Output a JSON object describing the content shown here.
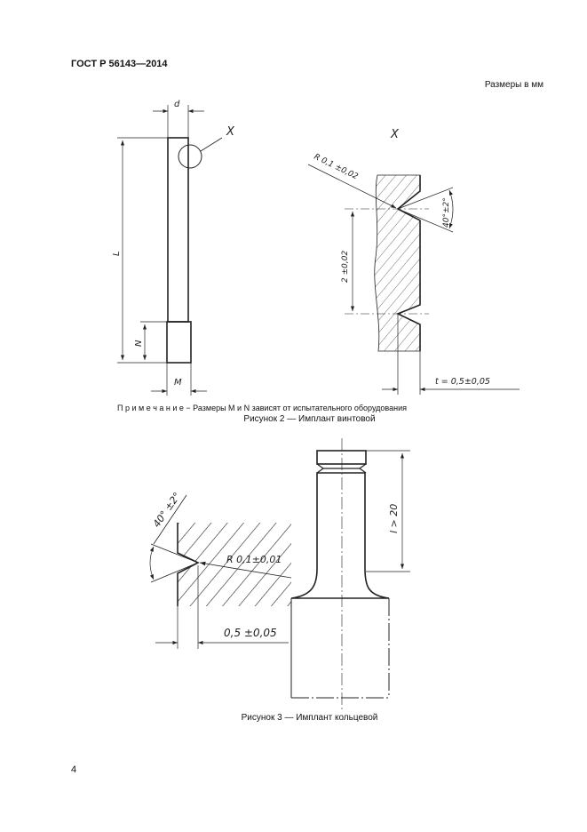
{
  "header": {
    "standard": "ГОСТ Р 56143—2014",
    "units": "Размеры в мм"
  },
  "figure2": {
    "labels": {
      "d": "d",
      "X_callout": "X",
      "L": "L",
      "N": "N",
      "M": "M",
      "X_detail": "X",
      "radius": "R 0,1 ±0,02",
      "angle": "40°±2°",
      "pitch": "2 ±0,02",
      "t": "t = 0,5±0,05"
    },
    "note": "П р и м е ч а н и е − Размеры M и N зависят от испытательного оборудования",
    "caption": "Рисунок 2 — Имплант винтовой"
  },
  "figure3": {
    "labels": {
      "angle": "40° ±2°",
      "radius": "R 0,1±0,01",
      "depth": "0,5 ±0,05",
      "length": "l > 20"
    },
    "caption": "Рисунок 3 — Имплант кольцевой"
  },
  "footer": {
    "page_number": "4"
  }
}
